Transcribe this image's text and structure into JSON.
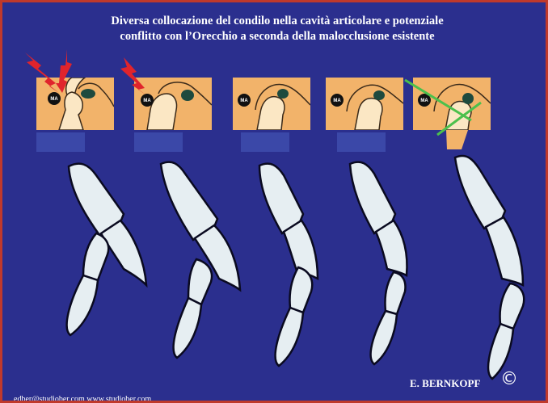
{
  "title": {
    "line1": "Diversa collocazione del condilo nella cavità articolare e potenziale",
    "line2": "conflitto con l’Orecchio a seconda della malocclusione esistente"
  },
  "panels": [
    {
      "label": "MA",
      "conflict": "double-arrow"
    },
    {
      "label": "MA",
      "conflict": "single-arrow"
    },
    {
      "label": "MA",
      "conflict": "none"
    },
    {
      "label": "MA",
      "conflict": "none"
    },
    {
      "label": "MA",
      "conflict": "green-lines"
    }
  ],
  "footer": {
    "contact": "edber@studiober.com   www.studiober.com",
    "author": "E. BERNKOPF",
    "copyright": "©"
  },
  "colors": {
    "background": "#2b2f8e",
    "border": "#c0392b",
    "panel": "#f2b36a",
    "bone": "#fbe7c4",
    "disc": "#1e4a3e",
    "arrow": "#e0242c",
    "green_line": "#4cc04c",
    "teeth": "#e6eef2"
  }
}
